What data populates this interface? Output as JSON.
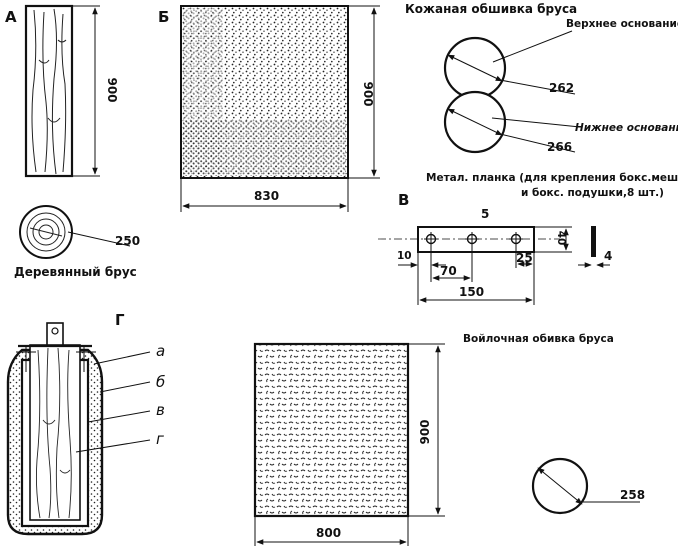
{
  "labels": {
    "a": "А",
    "b": "Б",
    "v": "В",
    "g": "Г"
  },
  "beam_a": {
    "height_dim": "900",
    "diameter_dim": "250",
    "caption": "Деревянный брус"
  },
  "leather_panel": {
    "height_dim": "900",
    "width_dim": "830"
  },
  "leather_bases": {
    "caption": "Кожаная обшивка бруса",
    "top_label": "Верхнее основание",
    "top_dim": "262",
    "bottom_label": "Нижнее основание",
    "bottom_dim": "266"
  },
  "plate": {
    "caption_line1": "Метал.  планка (для крепления бокс.мешка",
    "caption_line2": "и бокс.  подушки,8 шт.)",
    "thickness_top": "5",
    "height": "40",
    "thickness": "4",
    "edge": "10",
    "hole_spacing": "70",
    "end_offset": "25",
    "length": "150"
  },
  "section": {
    "layer_a": "а",
    "layer_b": "б",
    "layer_v": "в",
    "layer_g": "г"
  },
  "felt_panel": {
    "caption": "Войлочная обивка бруса",
    "height_dim": "900",
    "width_dim": "800",
    "circle_dim": "258"
  }
}
